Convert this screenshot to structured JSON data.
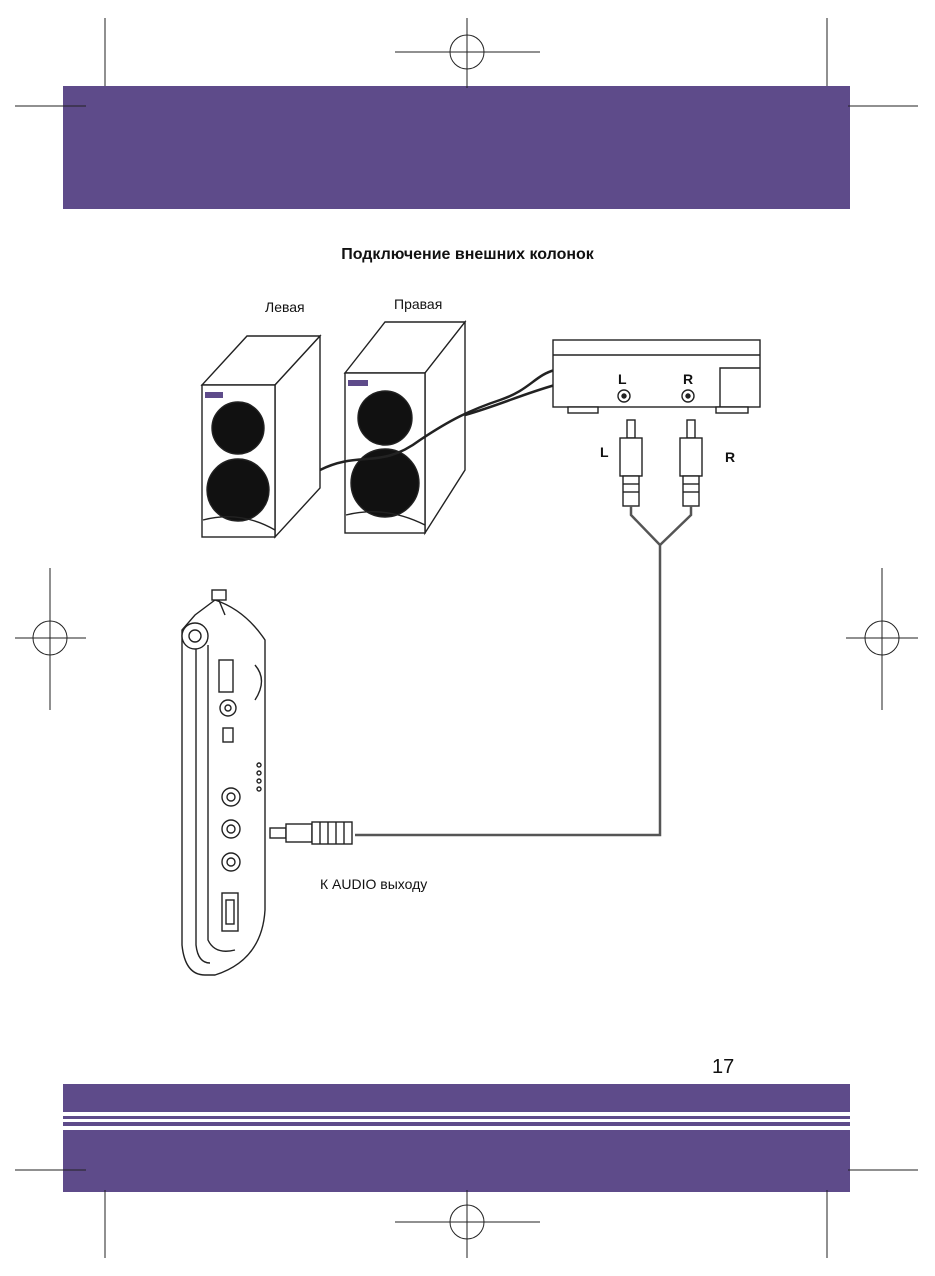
{
  "title": "Подключение внешних колонок",
  "labels": {
    "left_speaker": "Левая",
    "right_speaker": "Правая",
    "amp_left": "L",
    "amp_right": "R",
    "plug_left": "L",
    "plug_right": "R",
    "audio_out": "К AUDIO выходу"
  },
  "page_number": "17",
  "colors": {
    "band": "#5e4b8a",
    "line": "#222222"
  }
}
